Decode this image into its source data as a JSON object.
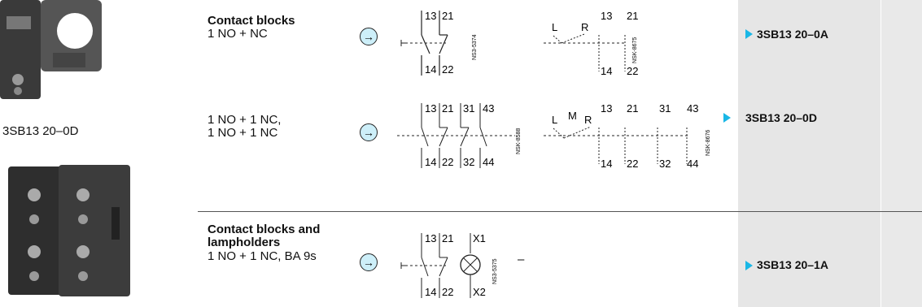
{
  "left_label": "3SB13 20–0D",
  "rows": [
    {
      "heading": "Contact blocks",
      "description": "1 NO + NC",
      "diagram_code": "NS3-5374",
      "diagram2_code": "NSK-8675",
      "order_no": "3SB13 20–0A",
      "terminals": [
        "13",
        "21",
        "14",
        "22"
      ],
      "terminals2": [
        "L",
        "R",
        "13",
        "21",
        "14",
        "22"
      ]
    },
    {
      "heading": "",
      "description_line1": "1 NO + 1 NC,",
      "description_line2": "1 NO + 1 NC",
      "diagram_code": "NSK-8588",
      "diagram2_code": "NSK-8676",
      "order_no": "3SB13 20–0D",
      "terminals": [
        "13",
        "21",
        "31",
        "43",
        "14",
        "22",
        "32",
        "44"
      ],
      "terminals2": [
        "L",
        "M",
        "R",
        "13",
        "21",
        "31",
        "43",
        "14",
        "22",
        "32",
        "44"
      ]
    },
    {
      "heading_line1": "Contact blocks and",
      "heading_line2": "lampholders",
      "description": "1 NO + 1 NC, BA 9s",
      "diagram_code": "NS3-5375",
      "dash": "–",
      "order_no": "3SB13 20–1A",
      "terminals": [
        "13",
        "21",
        "X1",
        "14",
        "22",
        "X2"
      ]
    }
  ],
  "arrow_glyph": "→",
  "colors": {
    "accent": "#19b7e6",
    "grey_column": "#e6e6e6"
  }
}
